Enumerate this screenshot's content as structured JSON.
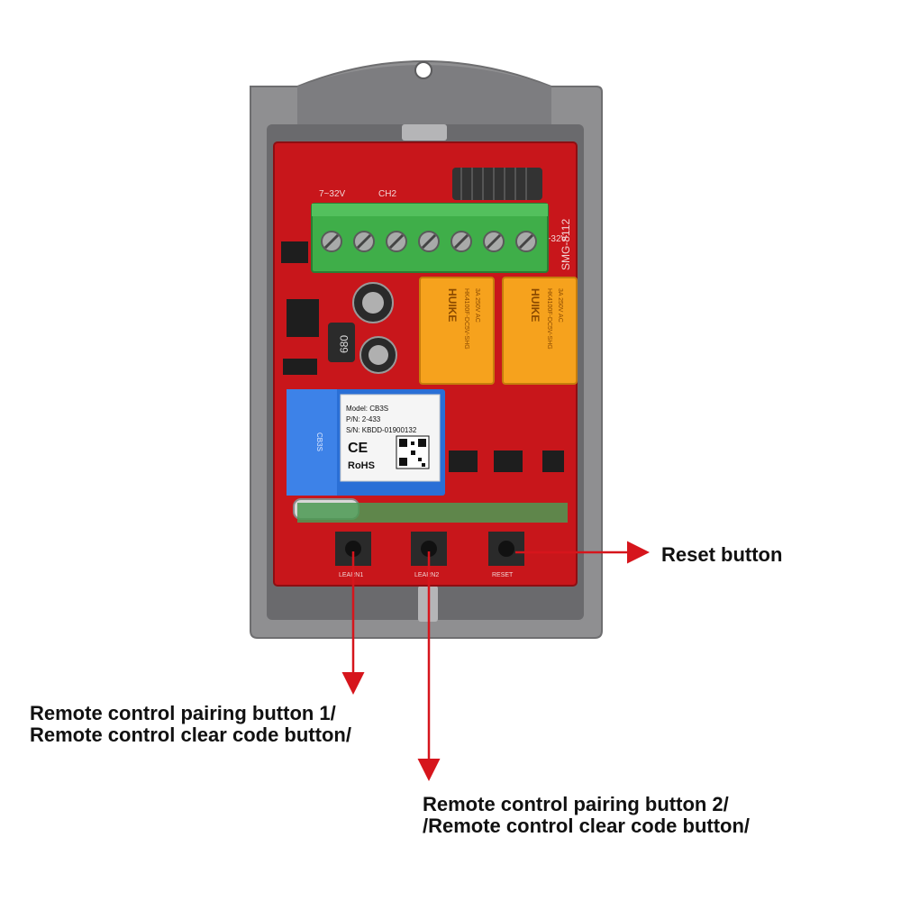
{
  "colors": {
    "housing": "#8f8f91",
    "housing_dark": "#6e6e70",
    "pcb": "#c8161b",
    "terminal": "#3fae49",
    "relay": "#f6a21d",
    "module": "#2a6fd6",
    "arrow": "#d6151c"
  },
  "callouts": {
    "reset": {
      "line1": "Reset button"
    },
    "pair1": {
      "line1": "Remote control pairing button 1/",
      "line2": "Remote control clear code button/"
    },
    "pair2": {
      "line1": "Remote control pairing button 2/",
      "line2": "/Remote control clear code button/"
    }
  },
  "board": {
    "voltage_left": "7~32V",
    "channel": "CH2",
    "voltage_right": "7~32V",
    "model_code": "SMG-8112",
    "relay_brand": "HUIKE",
    "relay_spec1": "HK4100F-DC5V-SHG",
    "relay_spec2": "3A 250V AC",
    "inductor": "680",
    "module_side": "CB3S",
    "module": {
      "model": "Model: CB3S",
      "pn": "P/N: 2-433",
      "sn": "S/N: KBDD-01900132",
      "ce": "CE",
      "rohs": "RoHS"
    },
    "button_labels": [
      "LEARN1",
      "LEARN2",
      "RESET"
    ]
  }
}
